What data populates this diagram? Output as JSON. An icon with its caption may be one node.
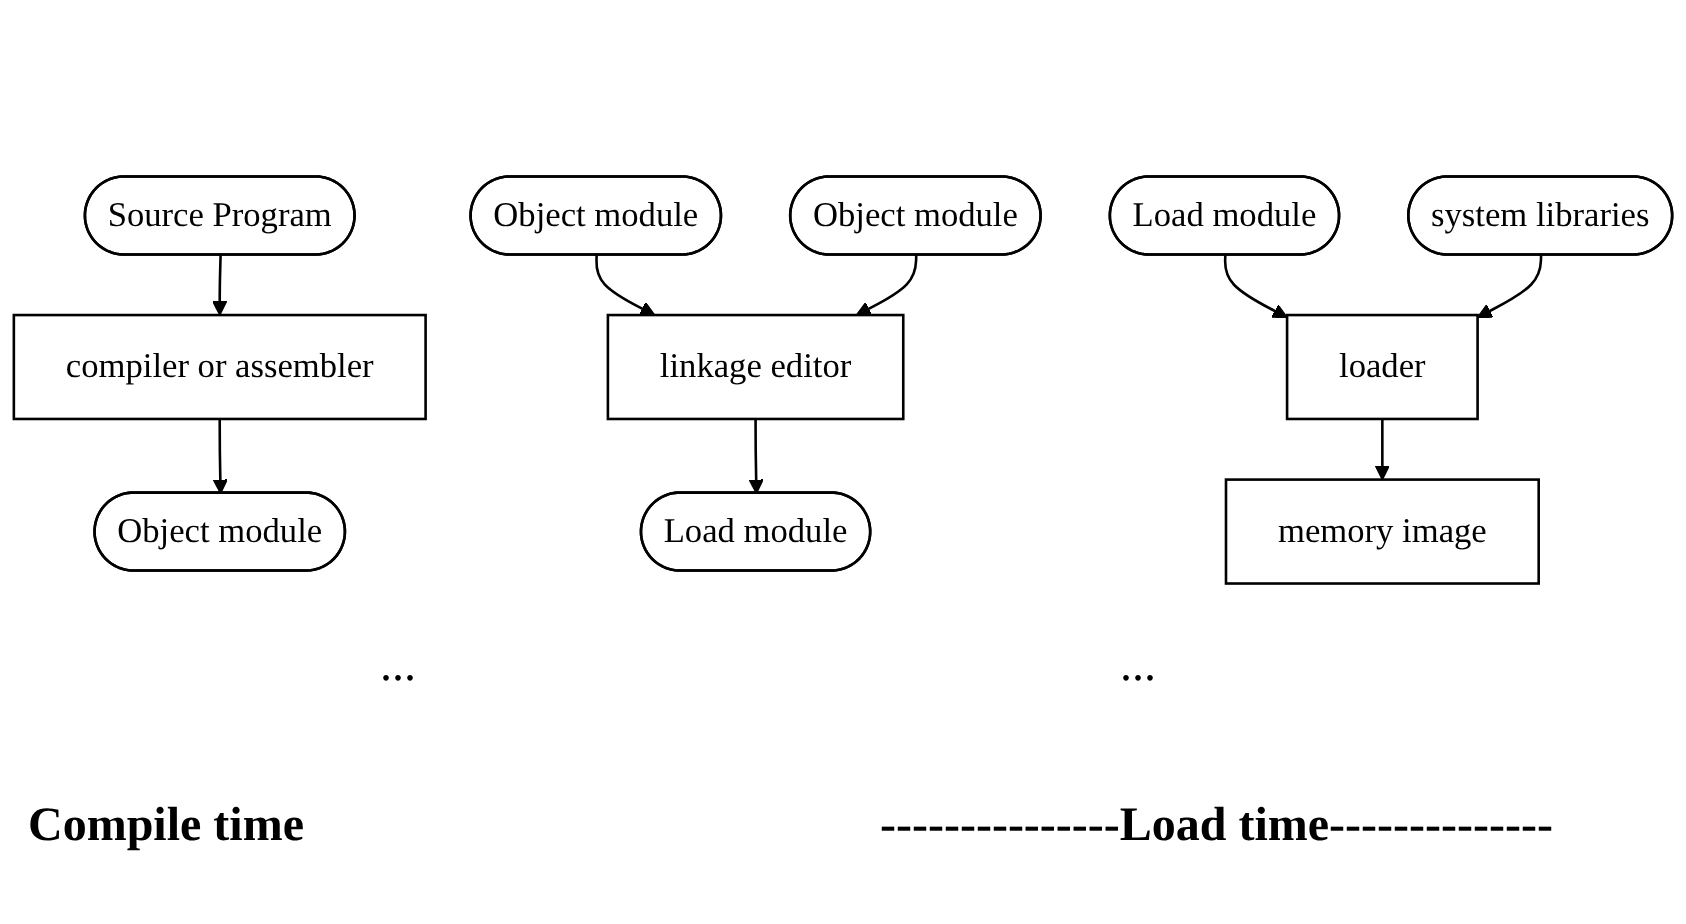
{
  "diagram": {
    "nodes": [
      {
        "text": [
          "Source Program"
        ]
      },
      {
        "text": [
          "compiler or assembler"
        ]
      },
      {
        "text": [
          "Object module"
        ]
      },
      {
        "text": [
          "Object module"
        ]
      },
      {
        "text": [
          "Object module"
        ]
      },
      {
        "text": [
          "linkage editor"
        ]
      },
      {
        "text": [
          "Load module"
        ]
      },
      {
        "text": [
          "Load module"
        ]
      },
      {
        "text": [
          "system libraries"
        ]
      },
      {
        "text": [
          "loader"
        ]
      },
      {
        "text": [
          "memory image"
        ]
      }
    ],
    "edges": [
      {
        "from": 0,
        "to": 1,
        "arrow": "to"
      },
      {
        "from": 1,
        "to": 2,
        "arrow": "to"
      },
      {
        "from": 3,
        "to": 5,
        "arrow": "to"
      },
      {
        "from": 4,
        "to": 5,
        "arrow": "to"
      },
      {
        "from": 5,
        "to": 6,
        "arrow": "to"
      },
      {
        "from": 7,
        "to": 9,
        "arrow": "to"
      },
      {
        "from": 8,
        "to": 9,
        "arrow": "to"
      },
      {
        "from": 9,
        "to": 10,
        "arrow": "to"
      }
    ],
    "labels": [
      "...",
      "...",
      "Compile time",
      "---------------Load time--------------"
    ]
  }
}
